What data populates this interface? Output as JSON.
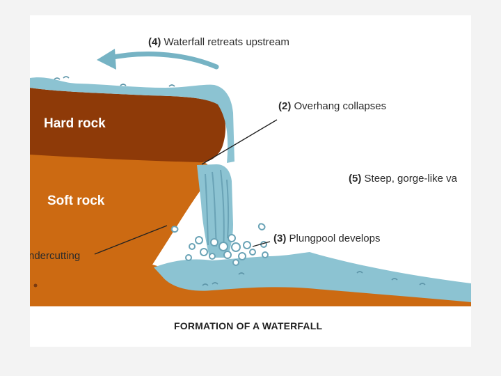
{
  "labels": {
    "step4": {
      "num": "(4)",
      "text": "Waterfall retreats upstream"
    },
    "step2": {
      "num": "(2)",
      "text": "Overhang collapses"
    },
    "step5": {
      "num": "(5)",
      "text": "Steep, gorge-like va"
    },
    "step3": {
      "num": "(3)",
      "text": "Plungpool develops"
    },
    "undercut": "ndercutting",
    "hard_rock": "Hard rock",
    "soft_rock": "Soft rock"
  },
  "caption": "FORMATION OF A WATERFALL",
  "colors": {
    "hard_rock": "#8e3a08",
    "soft_rock": "#cc6a12",
    "water": "#8cc3d2",
    "water_dark": "#6aa3b6",
    "background": "#ffffff"
  }
}
